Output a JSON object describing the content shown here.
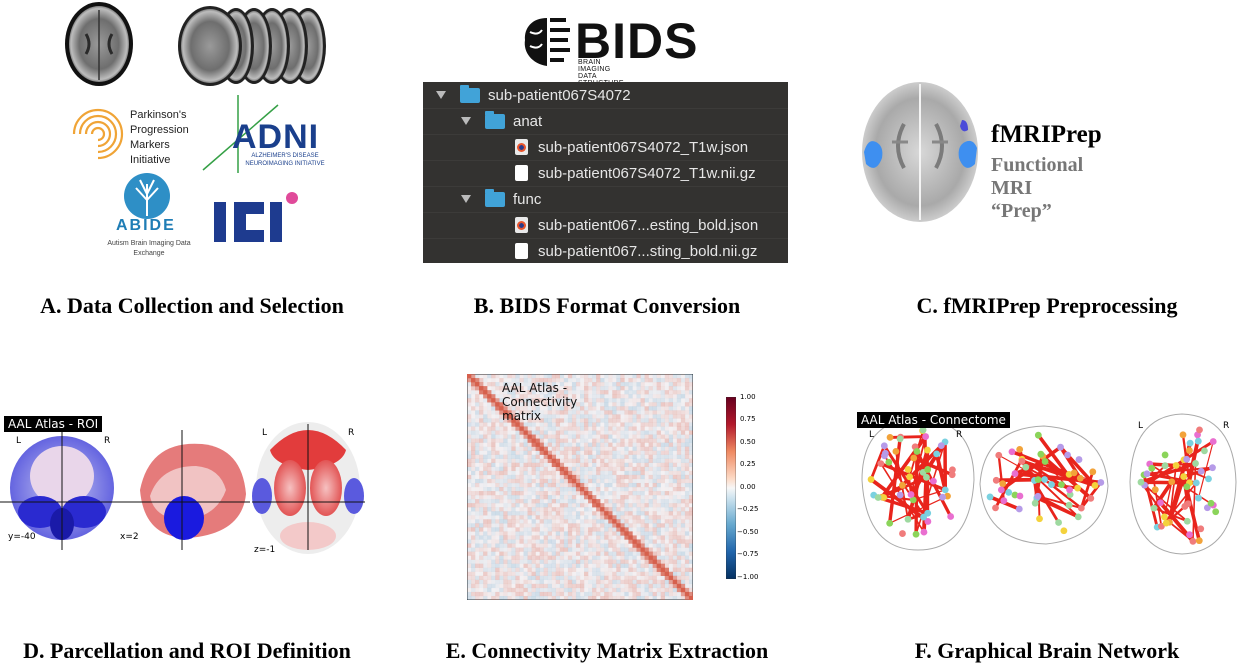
{
  "panels": {
    "a": {
      "caption": "A. Data Collection and Selection",
      "ppmi_lines": [
        "Parkinson's",
        "Progression",
        "Markers",
        "Initiative"
      ],
      "adni": "ADNI",
      "adni_sub": "ALZHEIMER'S DISEASE NEUROIMAGING INITIATIVE",
      "abide": "ABIDE",
      "abide_sub": "Autism Brain Imaging Data Exchange"
    },
    "b": {
      "caption": "B. BIDS Format Conversion",
      "logo": "BIDS",
      "logo_sub": "BRAIN IMAGING DATA STRUCTURE",
      "tree": [
        {
          "label": "sub-patient067S4072",
          "kind": "folder",
          "level": 0
        },
        {
          "label": "anat",
          "kind": "folder",
          "level": 1
        },
        {
          "label": "sub-patient067S4072_T1w.json",
          "kind": "json",
          "level": 2
        },
        {
          "label": "sub-patient067S4072_T1w.nii.gz",
          "kind": "nii",
          "level": 2
        },
        {
          "label": "func",
          "kind": "folder",
          "level": 1
        },
        {
          "label": "sub-patient067...esting_bold.json",
          "kind": "json",
          "level": 2
        },
        {
          "label": "sub-patient067...sting_bold.nii.gz",
          "kind": "nii",
          "level": 2
        }
      ]
    },
    "c": {
      "caption": "C. fMRIPrep Preprocessing",
      "title": "fMRIPrep",
      "subtitle": "Functional MRI “Prep”"
    },
    "d": {
      "caption": "D. Parcellation and ROI Definition",
      "tag": "AAL Atlas - ROI",
      "left": "L",
      "right": "R",
      "coords": [
        "y=-40",
        "x=2",
        "z=-1"
      ]
    },
    "e": {
      "caption": "E. Connectivity Matrix Extraction",
      "title": "AAL Atlas - Connectivity matrix",
      "colorbar_ticks": [
        "1.00",
        "0.75",
        "0.50",
        "0.25",
        "0.00",
        "−0.25",
        "−0.50",
        "−0.75",
        "−1.00"
      ]
    },
    "f": {
      "caption": "F. Graphical Brain Network",
      "tag": "AAL Atlas - Connectome",
      "left": "L",
      "right": "R"
    }
  },
  "colors": {
    "folder": "#41a3d8",
    "tree_bg": "#333230",
    "positive": "#b2182b",
    "negative": "#2166ac",
    "network_edge": "#e8241c"
  }
}
